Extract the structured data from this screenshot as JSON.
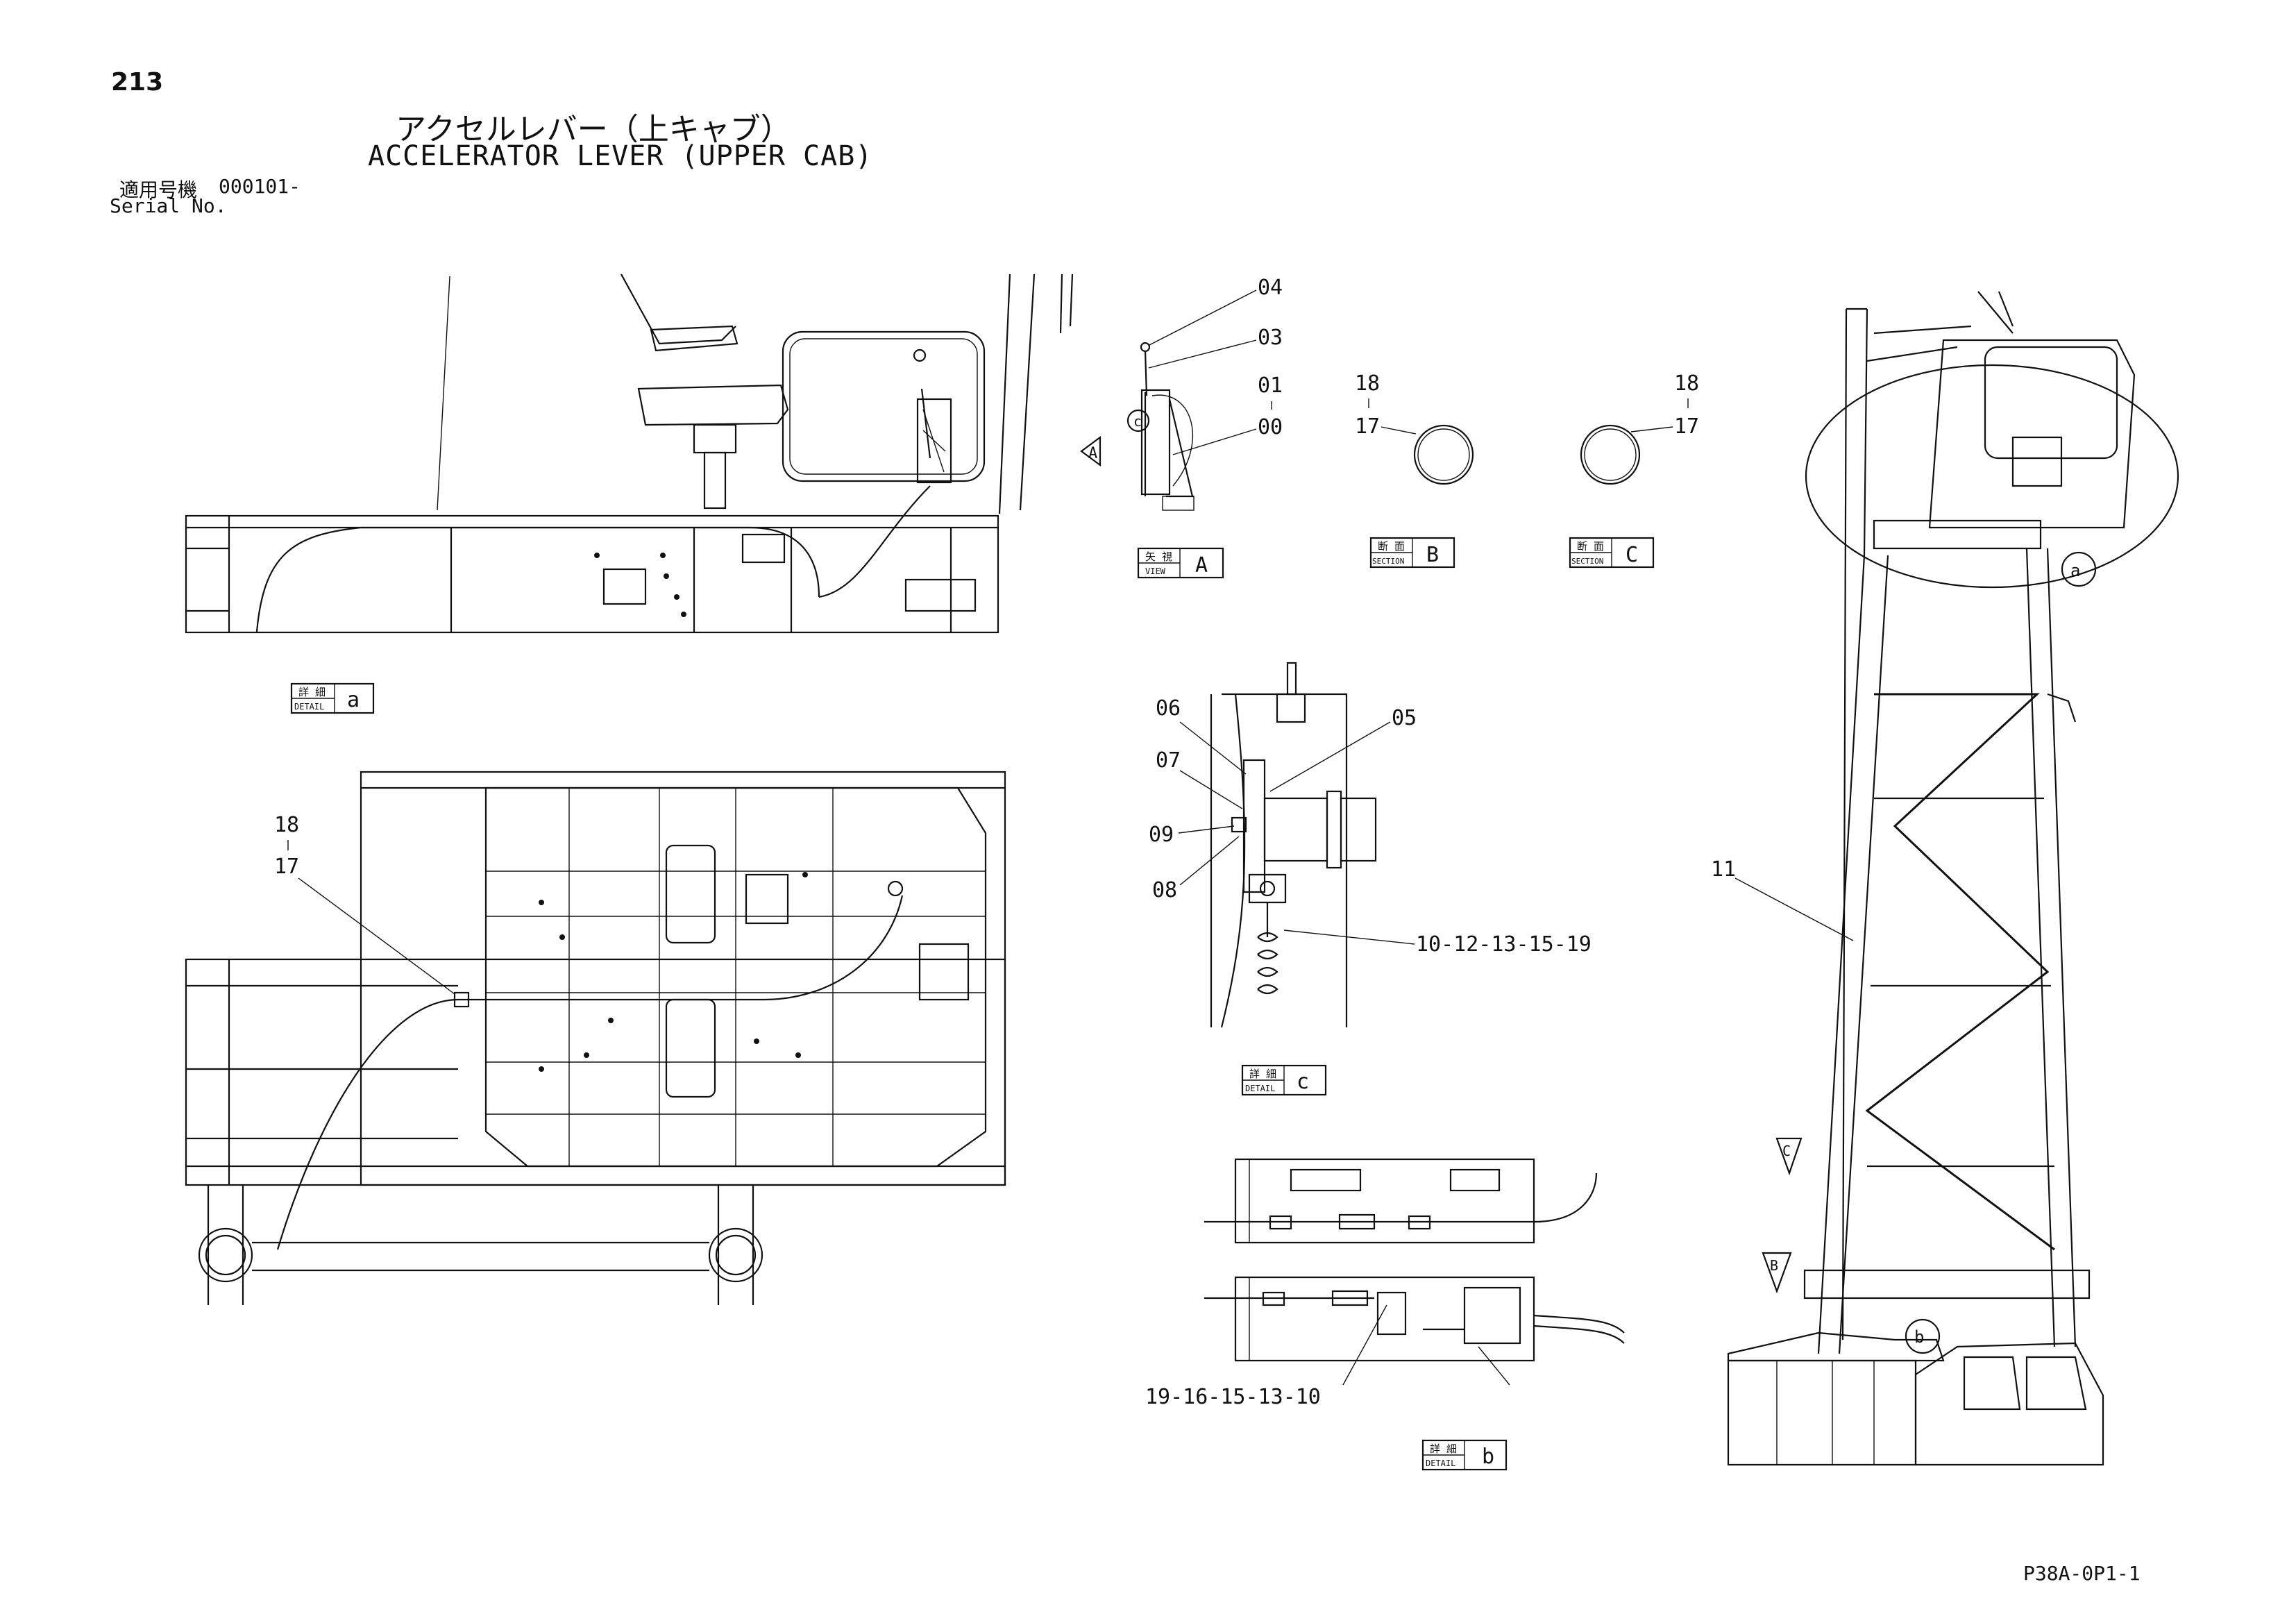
{
  "page_number": "213",
  "title_jp": "アクセルレバー（上キャブ）",
  "title_en": "ACCELERATOR LEVER (UPPER CAB)",
  "serial": {
    "label_jp": "適用号機",
    "value": "000101-",
    "label_en": "Serial No."
  },
  "drawing_code": "P38A-0P1-1",
  "callouts": {
    "c04": "04",
    "c03": "03",
    "c01": "01",
    "c00": "00",
    "c18a": "18",
    "c17a": "17",
    "c18b": "18",
    "c17b": "17",
    "c18c": "18",
    "c17c": "17",
    "c06": "06",
    "c05": "05",
    "c07": "07",
    "c09": "09",
    "c08": "08",
    "c10": "10-12-13-15-19",
    "c19": "19-16-15-13-10",
    "c11": "11",
    "circle_c": "c",
    "circle_a": "a",
    "circle_b": "b",
    "arrow_a": "A",
    "arrow_b": "B",
    "arrow_c": "C"
  },
  "labels": {
    "view_a": {
      "jp": "矢 視",
      "en": "VIEW",
      "letter": "A"
    },
    "section_b": {
      "jp": "断 面",
      "en": "SECTION",
      "letter": "B"
    },
    "section_c": {
      "jp": "断 面",
      "en": "SECTION",
      "letter": "C"
    },
    "detail_a": {
      "jp": "詳 細",
      "en": "DETAIL",
      "letter": "a"
    },
    "detail_c": {
      "jp": "詳 細",
      "en": "DETAIL",
      "letter": "c"
    },
    "detail_b": {
      "jp": "詳 細",
      "en": "DETAIL",
      "letter": "b"
    }
  }
}
